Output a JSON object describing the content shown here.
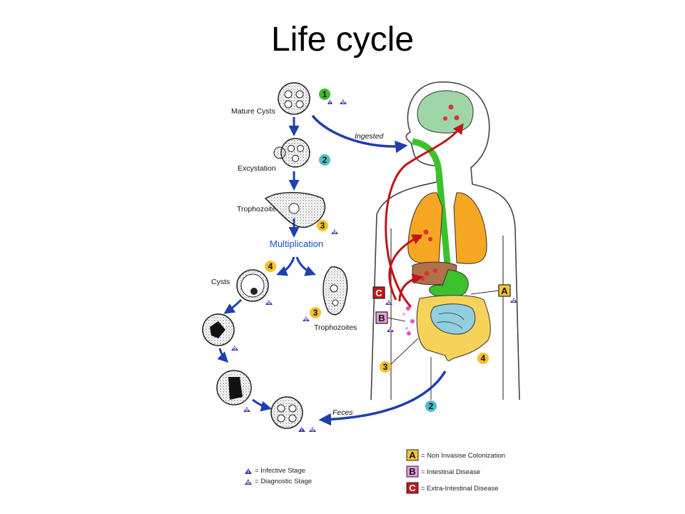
{
  "title": "Life cycle",
  "stages": {
    "mature_cysts": "Mature Cysts",
    "excystation": "Excystation",
    "trophozoite": "Trophozoite",
    "multiplication": "Multiplication",
    "cysts": "Cysts",
    "trophozoites": "Trophozoites"
  },
  "arrows": {
    "ingested": "Ingested",
    "feces": "Feces"
  },
  "numbers": {
    "n1": "1",
    "n2": "2",
    "n3": "3",
    "n4": "4"
  },
  "triangle_marks": {
    "infective": "i",
    "diagnostic": "d"
  },
  "outcome_letters": {
    "a": "A",
    "b": "B",
    "c": "C"
  },
  "legend_stage": {
    "infective": "= Infective Stage",
    "diagnostic": "= Diagnostic Stage"
  },
  "legend_outcome": {
    "a": "= Non Invasise Colonization",
    "b": "= Intestinal Disease",
    "c": "= Extra-Intestinal Disease"
  },
  "colors": {
    "arrow_blue": "#1e3fb0",
    "arrow_red": "#c0141b",
    "badge_green": "#3dbd2a",
    "badge_teal": "#4bbfc4",
    "badge_yellow": "#f6c12c",
    "triangle_purple": "#4a2fa3",
    "brain": "#9fd6a8",
    "lungs": "#f5a623",
    "liver": "#b0714a",
    "intestine_yellow": "#f7d25a",
    "intestine_teal": "#8fcfe0",
    "box_a": "#f7c438",
    "box_b": "#e99be0",
    "box_c": "#c8151d"
  }
}
